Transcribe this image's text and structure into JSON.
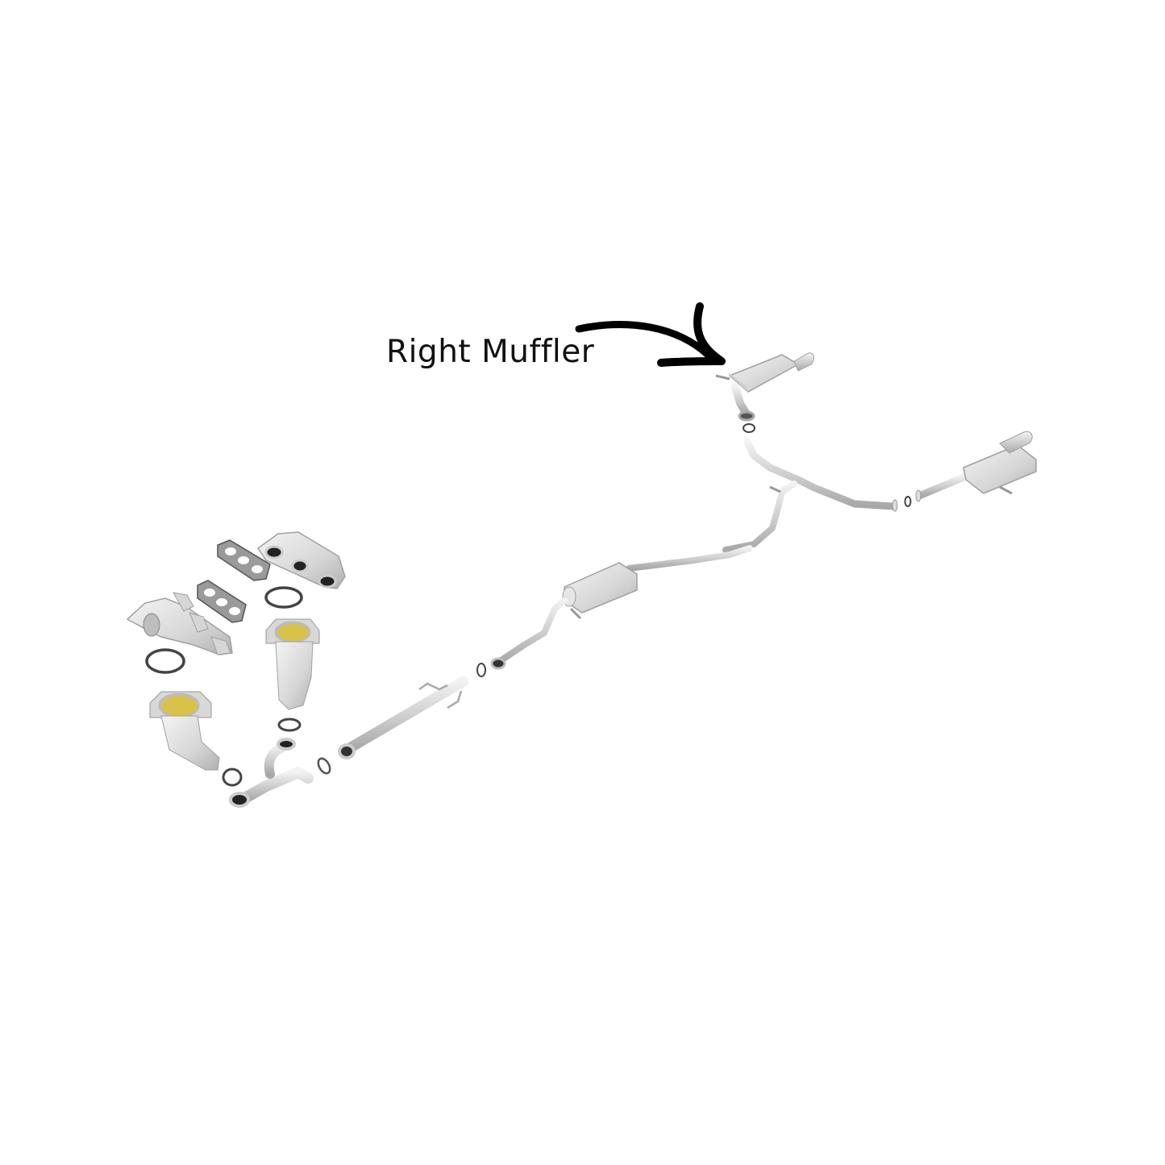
{
  "diagram": {
    "type": "exploded-parts-diagram",
    "subject": "exhaust-system",
    "annotation": {
      "label": "Right Muffler",
      "arrow_color": "#000000",
      "points_to": "right-muffler"
    },
    "colors": {
      "background": "#ffffff",
      "metal": "#d4d4d4",
      "metal_dark": "#9a9a9a",
      "metal_light": "#efefef",
      "gasket": "#4a4a4a",
      "catalyst": "#d9c24a",
      "text": "#111111"
    },
    "parts": [
      {
        "id": "left-exhaust-manifold"
      },
      {
        "id": "right-exhaust-manifold"
      },
      {
        "id": "manifold-gasket-left"
      },
      {
        "id": "manifold-gasket-right"
      },
      {
        "id": "catalytic-converter-left"
      },
      {
        "id": "catalytic-converter-right"
      },
      {
        "id": "y-pipe"
      },
      {
        "id": "front-pipe"
      },
      {
        "id": "resonator"
      },
      {
        "id": "intermediate-pipe"
      },
      {
        "id": "rear-y-pipe"
      },
      {
        "id": "right-muffler"
      },
      {
        "id": "left-muffler"
      },
      {
        "id": "sealing-rings"
      }
    ]
  }
}
